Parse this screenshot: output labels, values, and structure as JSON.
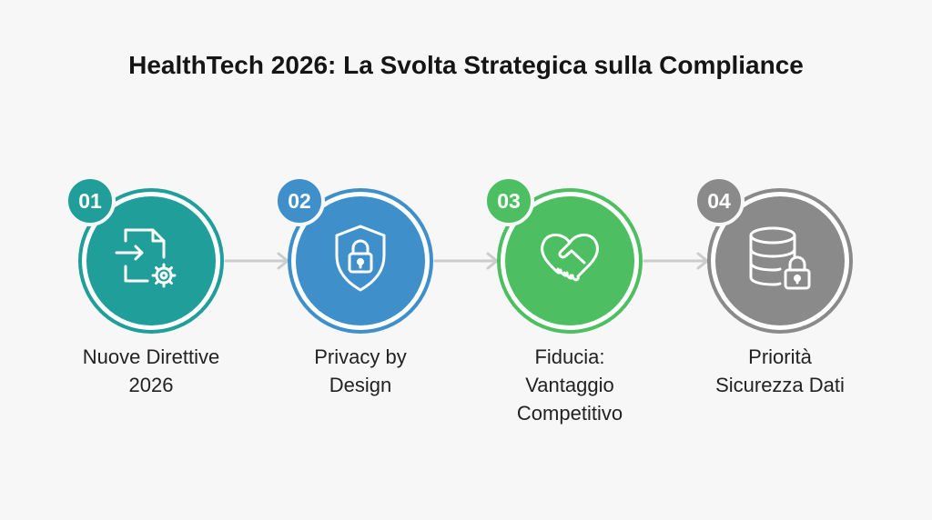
{
  "title": "HealthTech 2026: La Svolta Strategica sulla Compliance",
  "colors": {
    "step1": "#1f9e9a",
    "step2": "#3f8fcb",
    "step3": "#4dbf62",
    "step4": "#8a8a8a",
    "arrow": "#cccccc"
  },
  "steps": [
    {
      "number": "01",
      "label": "Nuove Direttive\n2026",
      "icon": "document-gear-icon"
    },
    {
      "number": "02",
      "label": "Privacy by\nDesign",
      "icon": "shield-lock-icon"
    },
    {
      "number": "03",
      "label": "Fiducia:\nVantaggio\nCompetitivo",
      "icon": "handshake-heart-icon"
    },
    {
      "number": "04",
      "label": "Priorità\nSicurezza Dati",
      "icon": "database-lock-icon"
    }
  ]
}
